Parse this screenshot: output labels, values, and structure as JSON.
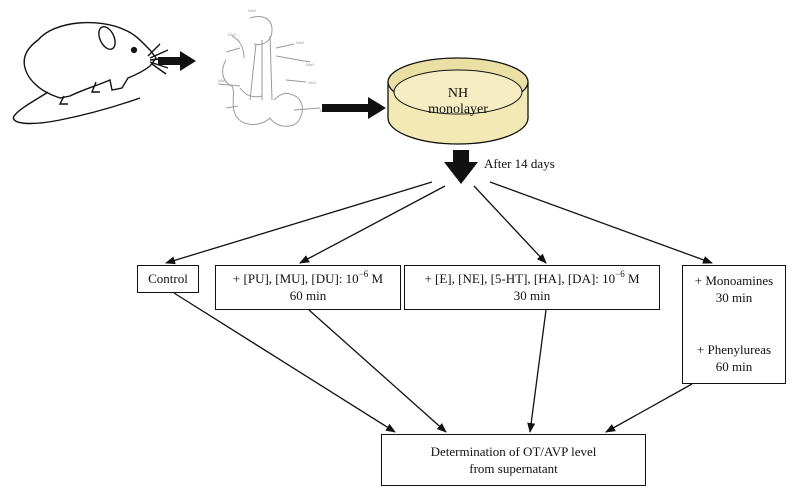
{
  "dish": {
    "label": "NH monolayer"
  },
  "step": {
    "label": "After 14 days"
  },
  "boxes": {
    "control": {
      "label": "Control"
    },
    "phenylureas": {
      "line1": "+ [PU], [MU], [DU]: 10",
      "exp": "−6",
      "unit": " M",
      "line2": "60 min"
    },
    "monoamines": {
      "line1": "+ [E], [NE], [5-HT], [HA], [DA]: 10",
      "exp": "−6",
      "unit": " M",
      "line2": "30 min"
    },
    "combined": {
      "line1": "+ Monoamines",
      "line2": "30 min",
      "line3": "+ Phenylureas",
      "line4": "60 min"
    },
    "result": {
      "line1": "Determination of OT/AVP level",
      "line2": "from supernatant"
    }
  }
}
